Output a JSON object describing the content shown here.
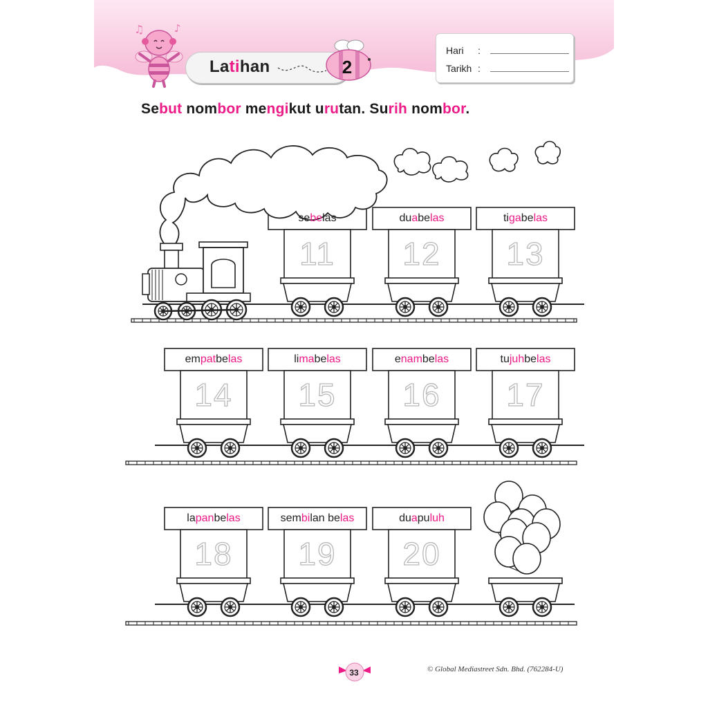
{
  "header": {
    "title_parts": [
      {
        "text": "La",
        "accent": false
      },
      {
        "text": "ti",
        "accent": true
      },
      {
        "text": "han",
        "accent": false
      }
    ],
    "lesson_number": "2",
    "hari_label": "Hari",
    "tarikh_label": "Tarikh",
    "colon": ":"
  },
  "instruction_parts": [
    {
      "text": "Se",
      "accent": false
    },
    {
      "text": "but",
      "accent": true
    },
    {
      "text": " nom",
      "accent": false
    },
    {
      "text": "bor",
      "accent": true
    },
    {
      "text": " me",
      "accent": false
    },
    {
      "text": "ngi",
      "accent": true
    },
    {
      "text": "kut u",
      "accent": false
    },
    {
      "text": "ru",
      "accent": true
    },
    {
      "text": "tan. Su",
      "accent": false
    },
    {
      "text": "rih",
      "accent": true
    },
    {
      "text": " nom",
      "accent": false
    },
    {
      "text": "bor",
      "accent": true
    },
    {
      "text": ".",
      "accent": false
    }
  ],
  "carts": [
    {
      "number": "11",
      "label_parts": [
        {
          "text": "se",
          "accent": false
        },
        {
          "text": "be",
          "accent": true
        },
        {
          "text": "las",
          "accent": false
        }
      ]
    },
    {
      "number": "12",
      "label_parts": [
        {
          "text": "du",
          "accent": false
        },
        {
          "text": "a",
          "accent": true
        },
        {
          "text": " be",
          "accent": false
        },
        {
          "text": "las",
          "accent": true
        }
      ]
    },
    {
      "number": "13",
      "label_parts": [
        {
          "text": "ti",
          "accent": false
        },
        {
          "text": "ga",
          "accent": true
        },
        {
          "text": " be",
          "accent": false
        },
        {
          "text": "las",
          "accent": true
        }
      ]
    },
    {
      "number": "14",
      "label_parts": [
        {
          "text": "em",
          "accent": false
        },
        {
          "text": "pat",
          "accent": true
        },
        {
          "text": " be",
          "accent": false
        },
        {
          "text": "las",
          "accent": true
        }
      ]
    },
    {
      "number": "15",
      "label_parts": [
        {
          "text": "li",
          "accent": false
        },
        {
          "text": "ma",
          "accent": true
        },
        {
          "text": " be",
          "accent": false
        },
        {
          "text": "las",
          "accent": true
        }
      ]
    },
    {
      "number": "16",
      "label_parts": [
        {
          "text": "e",
          "accent": false
        },
        {
          "text": "nam",
          "accent": true
        },
        {
          "text": " be",
          "accent": false
        },
        {
          "text": "las",
          "accent": true
        }
      ]
    },
    {
      "number": "17",
      "label_parts": [
        {
          "text": "tu",
          "accent": false
        },
        {
          "text": "juh",
          "accent": true
        },
        {
          "text": " be",
          "accent": false
        },
        {
          "text": "las",
          "accent": true
        }
      ]
    },
    {
      "number": "18",
      "label_parts": [
        {
          "text": "la",
          "accent": false
        },
        {
          "text": "pan",
          "accent": true
        },
        {
          "text": " be",
          "accent": false
        },
        {
          "text": "las",
          "accent": true
        }
      ]
    },
    {
      "number": "19",
      "label_parts": [
        {
          "text": "sem",
          "accent": false
        },
        {
          "text": "bi",
          "accent": true
        },
        {
          "text": "lan be",
          "accent": false
        },
        {
          "text": "las",
          "accent": true
        }
      ]
    },
    {
      "number": "20",
      "label_parts": [
        {
          "text": "du",
          "accent": false
        },
        {
          "text": "a",
          "accent": true
        },
        {
          "text": " pu",
          "accent": false
        },
        {
          "text": "luh",
          "accent": true
        }
      ]
    }
  ],
  "footer": {
    "page_number": "33",
    "copyright": "© Global Mediastreet Sdn. Bhd. (762284-U)"
  },
  "colors": {
    "accent": "#ec1b87",
    "banner": "#f7c5dd",
    "ink": "#222222",
    "trace": "#b8b8b8"
  },
  "icons": [
    "bee-mascot-icon",
    "bee-number-icon",
    "steam-train-icon",
    "balloons-icon",
    "cloud-icon",
    "music-note-icon"
  ]
}
